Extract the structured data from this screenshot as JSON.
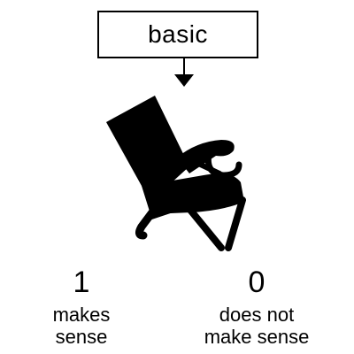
{
  "word": "basic",
  "icons": {
    "pointer": "down-arrow-icon",
    "picture": "deck-chair-icon"
  },
  "options": [
    {
      "score": "1",
      "label_line1": "makes",
      "label_line2": "sense"
    },
    {
      "score": "0",
      "label_line1": "does not",
      "label_line2": "make sense"
    }
  ],
  "colors": {
    "ink": "#000000",
    "background": "#ffffff"
  }
}
